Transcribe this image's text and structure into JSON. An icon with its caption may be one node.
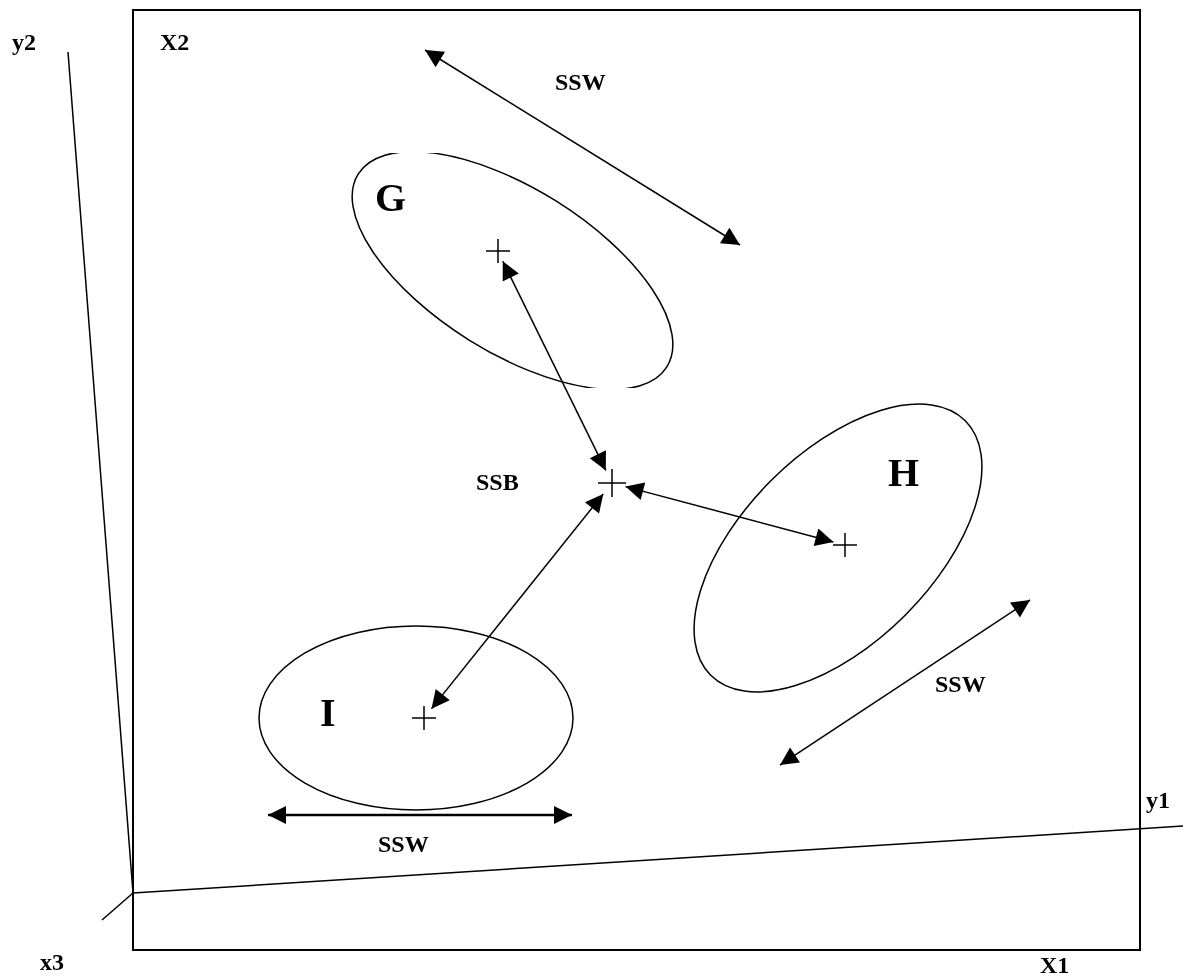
{
  "diagram": {
    "nodes": [
      {
        "text": [
          "G"
        ]
      },
      {
        "text": [],
        "shape": "cross",
        "in": 0
      },
      {
        "text": [],
        "shape": "cross"
      },
      {
        "text": [
          "H"
        ]
      },
      {
        "text": [],
        "shape": "cross",
        "in": 3
      },
      {
        "text": [
          "I"
        ]
      },
      {
        "text": [],
        "shape": "cross",
        "in": 5
      }
    ],
    "edges": [
      {
        "from": 2,
        "to": 1,
        "arrow": "both"
      },
      {
        "from": 2,
        "to": 4,
        "arrow": "both"
      },
      {
        "from": 2,
        "to": 6,
        "arrow": "both"
      }
    ],
    "labels": [
      "y2",
      "X2",
      "SSW",
      "SSB",
      "SSW",
      "y1",
      "SSW",
      "x3",
      "X1"
    ]
  }
}
